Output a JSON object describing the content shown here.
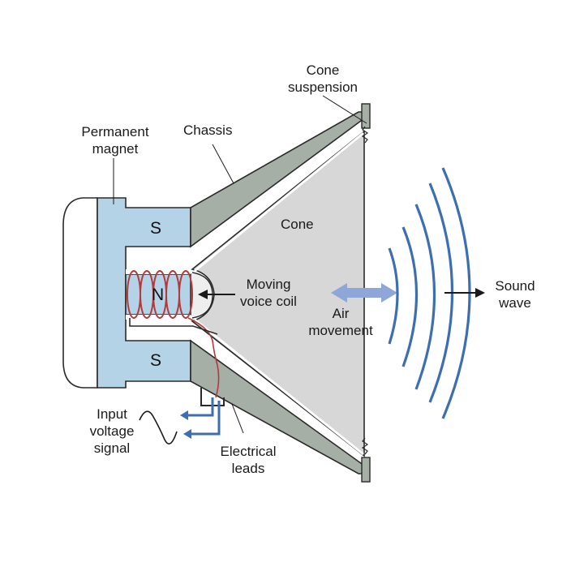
{
  "labels": {
    "cone_suspension": [
      "Cone",
      "suspension"
    ],
    "permanent_magnet": [
      "Permanent",
      "magnet"
    ],
    "chassis": "Chassis",
    "cone": "Cone",
    "moving_voice_coil": [
      "Moving",
      "voice coil"
    ],
    "air_movement": [
      "Air",
      "movement"
    ],
    "sound_wave": [
      "Sound",
      "wave"
    ],
    "input_voltage_signal": [
      "Input",
      "voltage",
      "signal"
    ],
    "electrical_leads": [
      "Electrical",
      "leads"
    ]
  },
  "poles": {
    "south_top": "S",
    "north": "N",
    "south_bottom": "S"
  },
  "colors": {
    "magnet": "#b5d3e7",
    "chassis": "#a6afa6",
    "cone": "#d7d7d7",
    "coil": "#b23a3a",
    "sound_waves": "#3d6fb0",
    "air_arrow": "#8fa6d9",
    "signal_arrows": "#3d6fb0",
    "outline": "#2a2a2a"
  }
}
